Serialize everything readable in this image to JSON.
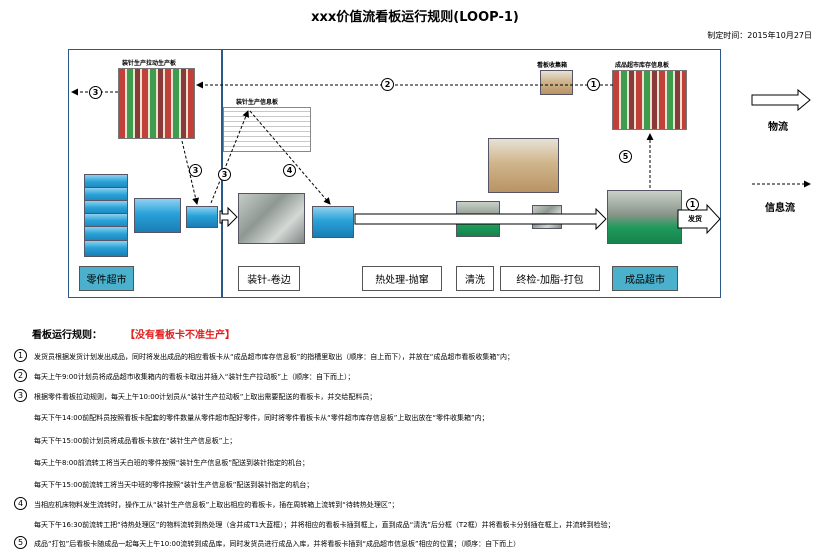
{
  "title": "xxx价值流看板运行规则(LOOP-1)",
  "date_text": "制定时间：2015年10月27日",
  "boards": {
    "assembly_pull": "装针生产拉动生产板",
    "assembly_info": "装针生产信息板",
    "collection_box": "看板收集箱",
    "finished_info": "成品超市库存信息板"
  },
  "stages": [
    "零件超市",
    "装针-卷边",
    "热处理-抛窜",
    "清洗",
    "终检-加脂-打包",
    "成品超市"
  ],
  "markers": [
    "1",
    "2",
    "3",
    "4",
    "5"
  ],
  "ship_label": "发货",
  "legend": {
    "material_flow": "物流",
    "info_flow": "信息流"
  },
  "rules_heading": "看板运行规则：",
  "rules_warning": "【没有看板卡不准生产】",
  "rules": [
    "发货员根据发货计划发出成品，同时将发出成品的相应看板卡从“成品超市库存信息板”的指槽里取出（顺序：自上而下），并放在“成品超市看板收集箱”内；",
    "每天上午9:00计划员将成品超市收集箱内的看板卡取出并插入“装针生产拉动板”上（顺序：自下而上）；",
    "根据零件看板拉动规则，每天上午10:00计划员从“装针生产拉动板”上取出需要配送的看板卡，并交给配料员；",
    "每天下午14:00前配料员按照看板卡配套的零件数量从零件超市配好零件，同时将零件看板卡从“零件超市库存信息板”上取出放在“零件收集箱”内；",
    "每天下午15:00前计划员将成品看板卡放在“装针生产信息板”上；",
    "每天上午8:00前流转工将当天白班的零件按照“装针生产信息板”配送到装针指定的机台；",
    "每天下午15:00前流转工将当天中班的零件按照“装针生产信息板”配送到装针指定的机台；",
    "当相应机床物料发生流转时，操作工从“装针生产信息板”上取出相应的看板卡，插在周转箱上流转到“待转热处理区”；",
    "每天下午16:30前流转工把“待热处理区”的物料流转到热处理（含并成T1大蓝框）；并将相应的看板卡插到框上，直到成品“清洗”后分框（T2框）并将看板卡分别插在框上，并流转到检验；",
    "成品“打包”后看板卡随成品一起每天上午10:00流转到成品库，同时发货员进行成品入库，并将看板卡插到“成品超市信息板”相应的位置；（顺序：自下而上）"
  ],
  "colors": {
    "frame": "#2b5a8a",
    "stage_highlight": "#4bb0cc",
    "warning": "#e02020"
  }
}
